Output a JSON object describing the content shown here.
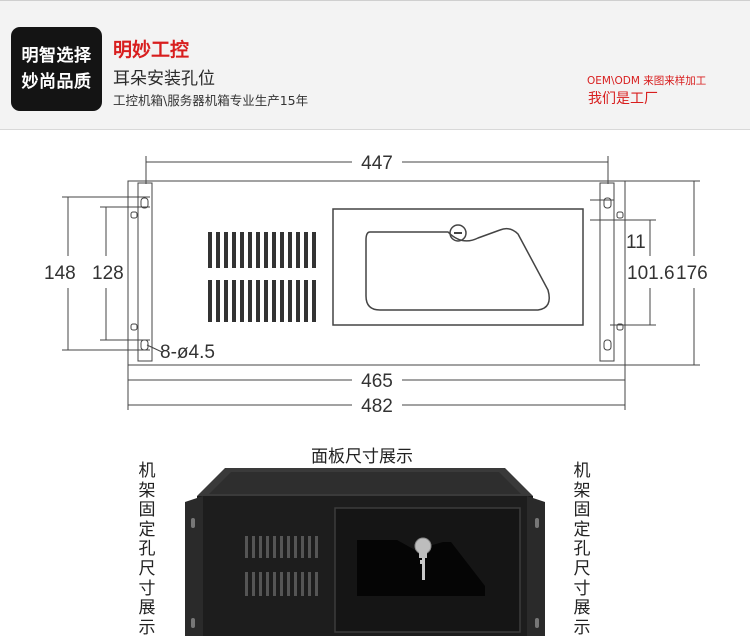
{
  "header": {
    "badge_line1": "明智选择",
    "badge_line2": "妙尚品质",
    "brand": "明妙工控",
    "subtitle": "耳朵安装孔位",
    "tagline": "工控机箱\\服务器机箱专业生产15年",
    "oem_line": "OEM\\ODM 来图来样加工",
    "factory_line": "我们是工厂"
  },
  "dimensions": {
    "top_width": "447",
    "left_outer_height": "148",
    "left_inner_height": "128",
    "right_small": "11",
    "right_inner_height": "101.6",
    "right_outer_height": "176",
    "hole_spec": "8-ø4.5",
    "body_width": "465",
    "total_width": "482"
  },
  "photo_section": {
    "title": "面板尺寸展示",
    "side_label": "机架固定孔尺寸展示"
  }
}
